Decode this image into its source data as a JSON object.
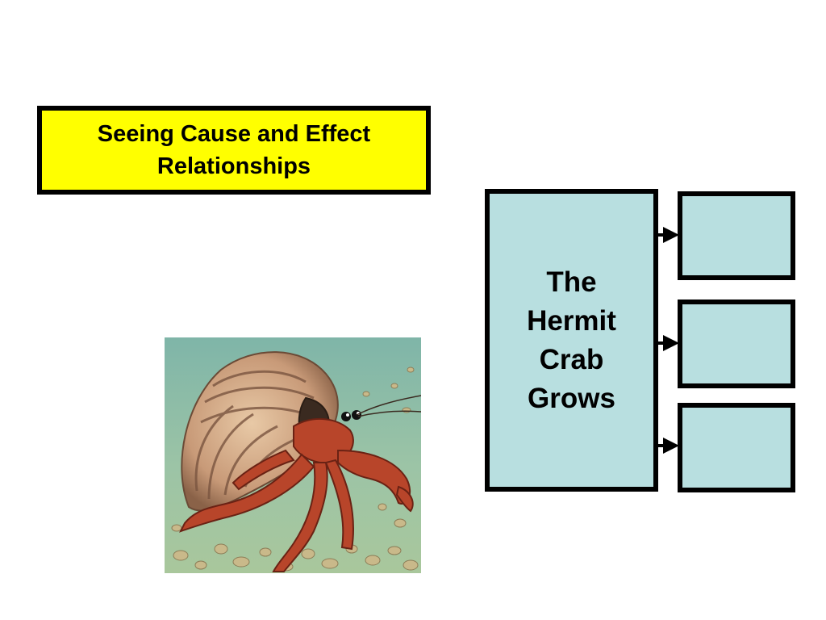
{
  "title": {
    "text": "Seeing Cause and Effect Relationships"
  },
  "cause": {
    "text": "The\nHermit\nCrab\nGrows"
  },
  "effects": [
    "",
    "",
    ""
  ],
  "image": {
    "subject": "hermit crab in spiral shell on sandy sea floor"
  },
  "colors": {
    "title_fill": "#ffff00",
    "box_fill": "#b8dfe0",
    "border": "#000000"
  }
}
